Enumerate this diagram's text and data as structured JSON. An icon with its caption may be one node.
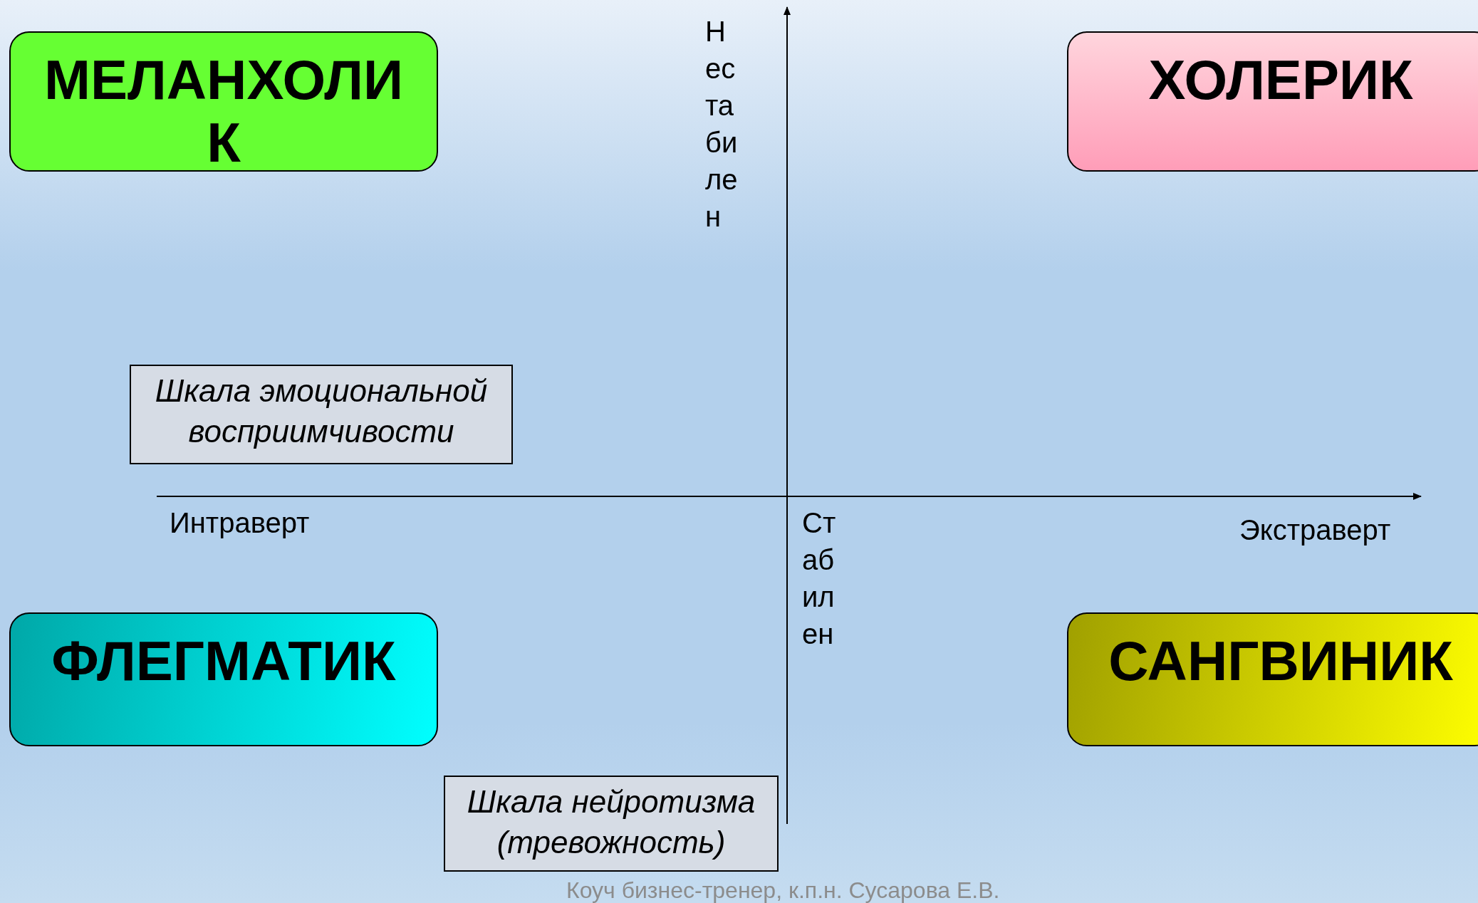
{
  "diagram": {
    "nodes": [
      {
        "text": [
          "МЕЛАНХОЛИК"
        ]
      },
      {
        "text": [
          "ХОЛЕРИК"
        ]
      },
      {
        "text": [
          "Шкала эмоциональной восприимчивости"
        ]
      },
      {
        "text": [
          "ФЛЕГМАТИК"
        ]
      },
      {
        "text": [
          "САНГВИНИК"
        ]
      },
      {
        "text": [
          "Шкала нейротизма (тревожность)"
        ]
      }
    ],
    "edges": [],
    "labels": [
      "Нестабилен",
      "Интраверт",
      "Стабилен",
      "Экстраверт",
      "Коуч бизнес-тренер, к.п.н. Сусарова Е.В."
    ]
  }
}
